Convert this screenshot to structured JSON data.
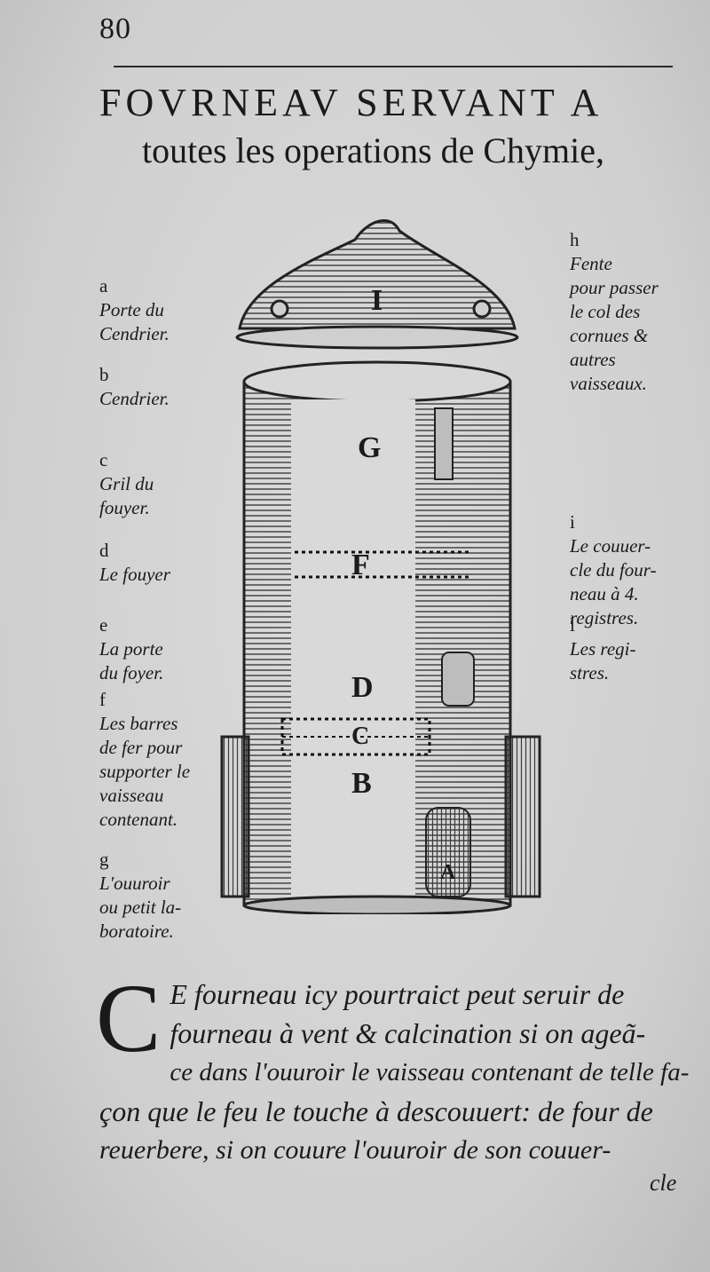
{
  "page": {
    "number": "80",
    "title_line1": "FOVRNEAV SERVANT A",
    "title_line2": "toutes les operations de Chymie,"
  },
  "legend_left": [
    {
      "key": "a",
      "text": "Porte du\nCendrier."
    },
    {
      "key": "b",
      "text": "Cendrier."
    },
    {
      "key": "c",
      "text": "Gril du\nfouyer."
    },
    {
      "key": "d",
      "text": "Le fouyer"
    },
    {
      "key": "e",
      "text": "La porte\ndu foyer."
    },
    {
      "key": "f",
      "text": "Les barres\nde fer pour\nsupporter le\nvaisseau\ncontenant."
    },
    {
      "key": "g",
      "text": "L'ouuroir\nou petit la-\nboratoire."
    }
  ],
  "legend_right": [
    {
      "key": "h",
      "text": "Fente\npour passer\nle col des\ncornues &\nautres\nvaisseaux."
    },
    {
      "key": "i",
      "text": "Le couuer-\ncle du four-\nneau à 4.\nregistres."
    },
    {
      "key": "l",
      "text": "Les regi-\nstres."
    }
  ],
  "figure": {
    "letters": {
      "I": "I",
      "G": "G",
      "F": "F",
      "D": "D",
      "C": "C",
      "B": "B",
      "A": "A"
    }
  },
  "body": {
    "dropcap": "C",
    "lines": [
      "E fourneau icy pourtraict peut seruir de",
      "fourneau à vent & calcination si on ageã-",
      "ce dans l'ouuroir le vaisseau contenant de telle fa-",
      "çon que le feu le touche à descouuert: de four de",
      "reuerbere, si on couure l'ouuroir de son couuer-"
    ],
    "catchword": "cle"
  }
}
